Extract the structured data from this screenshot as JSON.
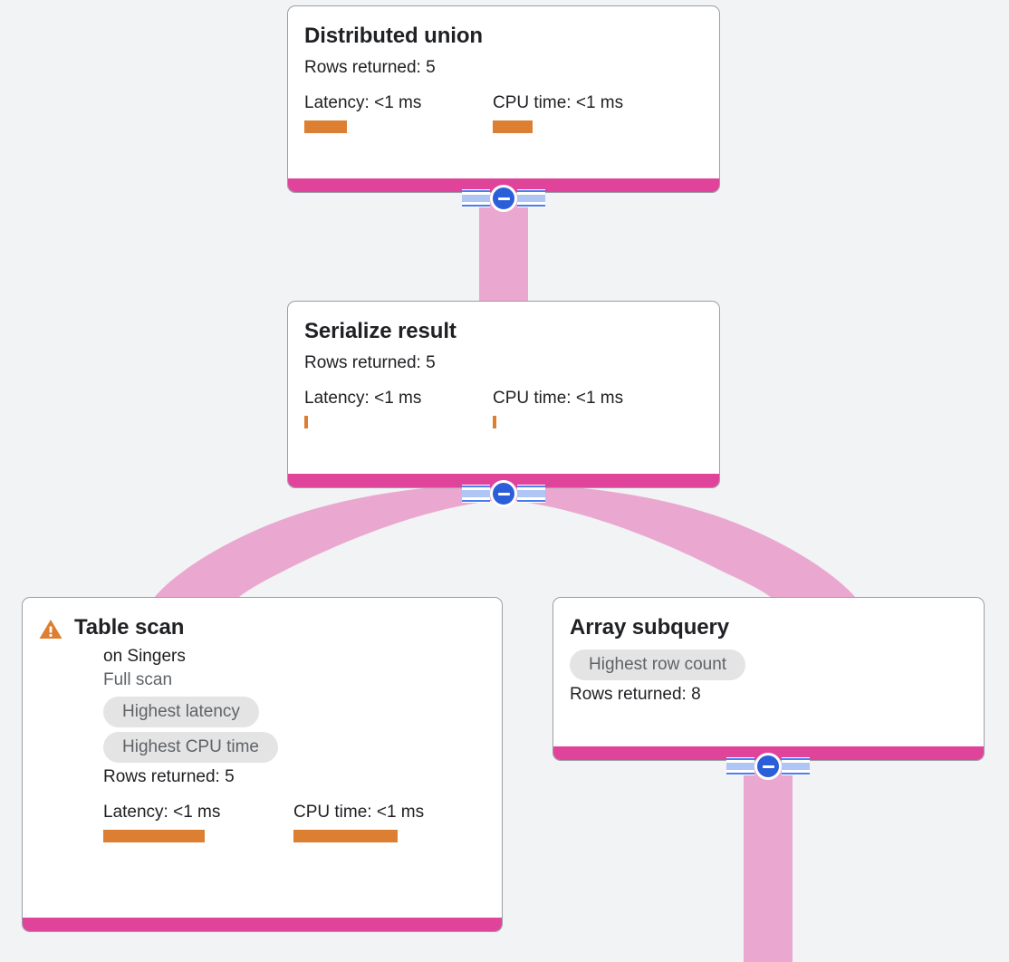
{
  "theme": {
    "background": "#F1F3F4",
    "card_background": "#FFFFFF",
    "card_border": "#9AA0A6",
    "accent_bar": "#E0449A",
    "edge_ribbon": "#EAA8D0",
    "metric_bar": "#DD7F32",
    "badge_background": "#E4E4E4",
    "badge_text": "#5F6368",
    "toggle_blue": "#2A5FD9",
    "warning_orange": "#DD7F32"
  },
  "nodes": [
    {
      "id": "distributed-union",
      "title": "Distributed union",
      "rows_returned": "Rows returned: 5",
      "latency_label": "Latency: <1 ms",
      "cpu_label": "CPU time: <1 ms",
      "has_warning": false,
      "badges": []
    },
    {
      "id": "serialize-result",
      "title": "Serialize result",
      "rows_returned": "Rows returned: 5",
      "latency_label": "Latency: <1 ms",
      "cpu_label": "CPU time: <1 ms",
      "has_warning": false,
      "badges": []
    },
    {
      "id": "table-scan",
      "title": "Table scan",
      "subtitle": "on Singers",
      "scan_type": "Full scan",
      "rows_returned": "Rows returned: 5",
      "latency_label": "Latency: <1 ms",
      "cpu_label": "CPU time: <1 ms",
      "has_warning": true,
      "warning_icon": "warning-triangle-icon",
      "badges": [
        "Highest latency",
        "Highest CPU time"
      ]
    },
    {
      "id": "array-subquery",
      "title": "Array subquery",
      "rows_returned": "Rows returned: 8",
      "badges": [
        "Highest row count"
      ],
      "has_warning": false
    }
  ],
  "toggles": [
    {
      "id": "toggle-distributed-union",
      "state": "expanded",
      "icon": "minus-circle-icon"
    },
    {
      "id": "toggle-serialize-result",
      "state": "expanded",
      "icon": "minus-circle-icon"
    },
    {
      "id": "toggle-array-subquery",
      "state": "expanded",
      "icon": "minus-circle-icon"
    }
  ],
  "edges": [
    {
      "from": "distributed-union",
      "to": "serialize-result"
    },
    {
      "from": "serialize-result",
      "to": "table-scan"
    },
    {
      "from": "serialize-result",
      "to": "array-subquery"
    },
    {
      "from": "array-subquery",
      "to": "below-viewport"
    }
  ]
}
